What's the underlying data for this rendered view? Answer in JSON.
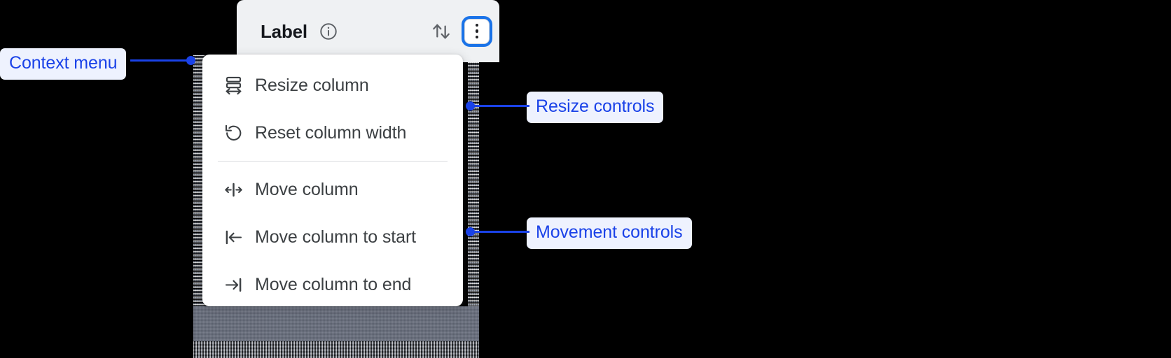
{
  "column_header": {
    "label": "Label",
    "info_icon": "info-circle-icon",
    "sort_icon": "sort-arrows-icon",
    "kebab_icon": "more-vertical-icon",
    "background_color": "#eff1f3",
    "focus_ring_color": "#1a73e8"
  },
  "context_menu": {
    "groups": [
      {
        "name": "resize-controls",
        "items": [
          {
            "icon": "resize-column-icon",
            "label": "Resize column"
          },
          {
            "icon": "reset-width-icon",
            "label": "Reset column width"
          }
        ]
      },
      {
        "name": "movement-controls",
        "items": [
          {
            "icon": "move-column-icon",
            "label": "Move column"
          },
          {
            "icon": "move-column-start-icon",
            "label": "Move column to start"
          },
          {
            "icon": "move-column-end-icon",
            "label": "Move column to end"
          }
        ]
      }
    ],
    "background_color": "#ffffff",
    "text_color": "#3c4043",
    "divider_color": "#dadce0"
  },
  "annotations": {
    "accent_color": "#1a42e8",
    "pill_background": "#eef2fe",
    "items": [
      {
        "id": "context-menu",
        "label": "Context menu",
        "side": "left"
      },
      {
        "id": "resize-controls",
        "label": "Resize controls",
        "side": "right"
      },
      {
        "id": "movement-controls",
        "label": "Movement controls",
        "side": "right"
      }
    ]
  },
  "canvas": {
    "background_color": "#000000",
    "backdrop_color": "#676d7c"
  }
}
